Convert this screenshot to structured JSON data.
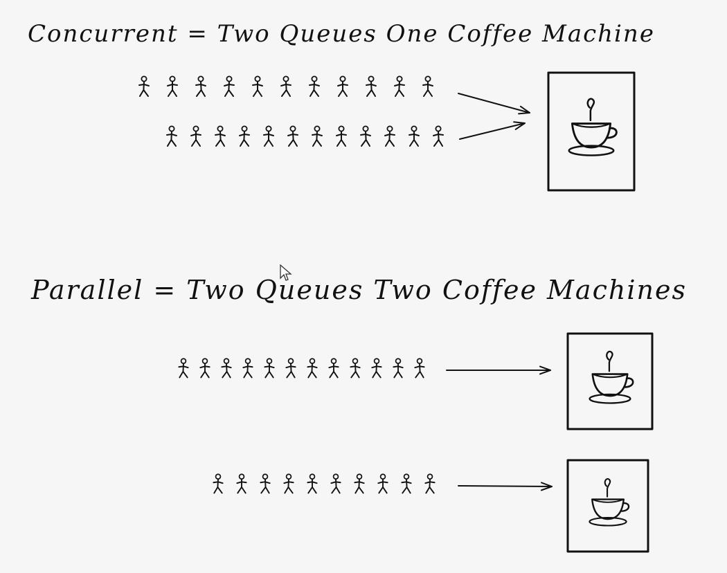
{
  "concurrent": {
    "title": "Concurrent = Two Queues One Coffee Machine",
    "queues": [
      {
        "people": 11
      },
      {
        "people": 12
      }
    ],
    "machines": 1,
    "machine_icon": "coffee-cup-icon"
  },
  "parallel": {
    "title": "Parallel = Two Queues Two Coffee Machines",
    "queues": [
      {
        "people": 12
      },
      {
        "people": 10
      }
    ],
    "machines": 2,
    "machine_icon": "coffee-cup-icon"
  },
  "colors": {
    "ink": "#111111",
    "paper": "#f6f6f6"
  },
  "pointer_icon": "mouse-pointer-icon"
}
